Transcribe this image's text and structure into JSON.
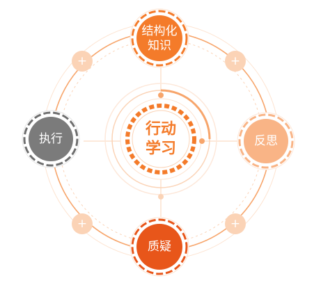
{
  "center": {
    "line1": "行动",
    "line2": "学习",
    "color": "#f47b2a"
  },
  "nodes": {
    "top": {
      "line1": "结构化",
      "line2": "知识",
      "color": "#f47b2a"
    },
    "left": {
      "label": "执行",
      "color": "#7b7b7b"
    },
    "right": {
      "label": "反思",
      "color": "#f9b486"
    },
    "bottom": {
      "label": "质疑",
      "color": "#e8561a"
    }
  },
  "plus_buttons": {
    "symbol": "+",
    "color": "#fbd3b6"
  },
  "colors": {
    "ring": "#f7a56b",
    "ring_light": "#fde3d0",
    "label_text": "#ffffff"
  }
}
